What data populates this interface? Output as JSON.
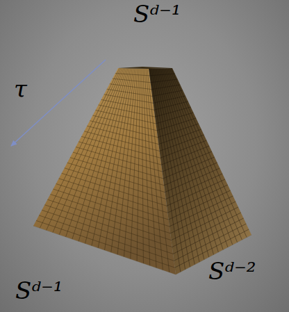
{
  "diagram": {
    "labels": [
      "Sᵈ⁻¹",
      "τ",
      "Sᵈ⁻²",
      "Sᵈ⁻¹"
    ]
  }
}
